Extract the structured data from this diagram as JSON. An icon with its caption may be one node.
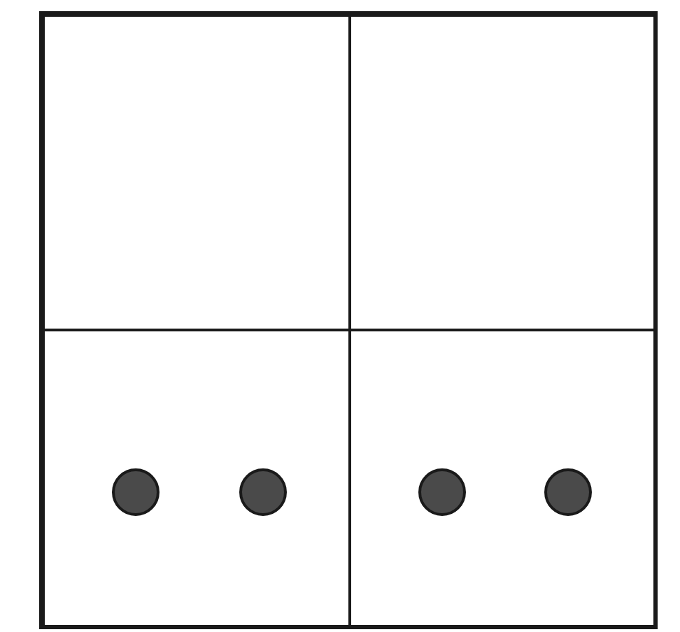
{
  "diagram": {
    "nodes": [
      {
        "text": [],
        "shape": "box"
      },
      {
        "text": [],
        "shape": "box",
        "in": 0
      },
      {
        "text": [],
        "shape": "box",
        "in": 0
      },
      {
        "text": [],
        "shape": "box",
        "in": 0
      },
      {
        "text": [],
        "shape": "box",
        "in": 0
      },
      {
        "text": [],
        "shape": "circle",
        "in": 3
      },
      {
        "text": [],
        "shape": "circle",
        "in": 3
      },
      {
        "text": [],
        "shape": "circle",
        "in": 4
      },
      {
        "text": [],
        "shape": "circle",
        "in": 4
      }
    ]
  }
}
